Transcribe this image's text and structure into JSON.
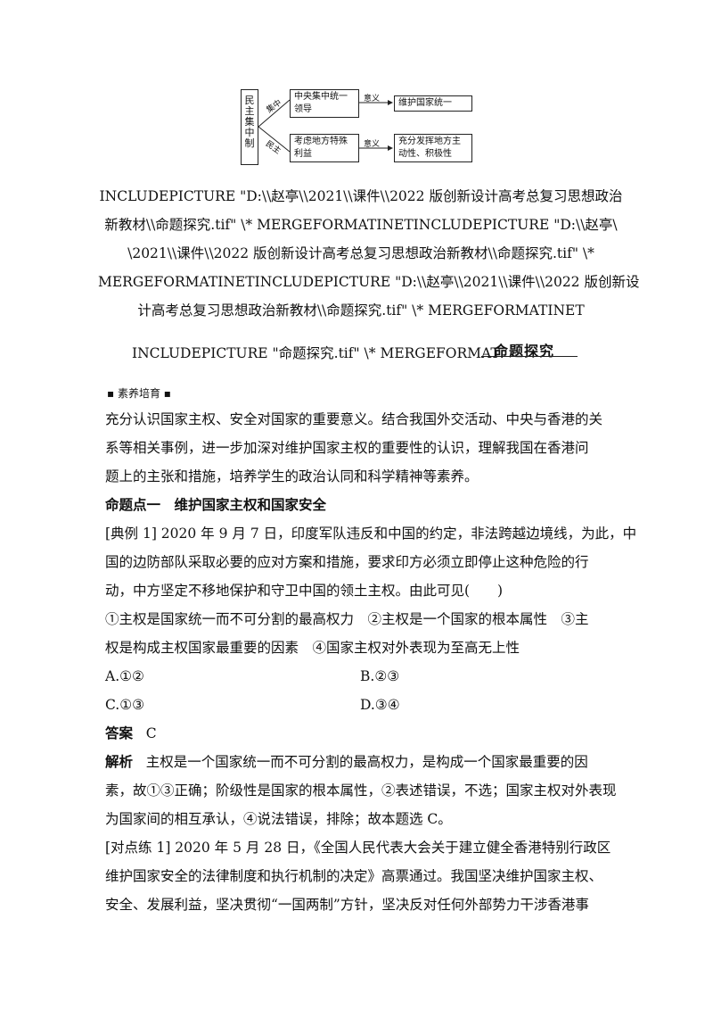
{
  "diagram": {
    "vertical_label": [
      "民",
      "主",
      "集",
      "中",
      "制"
    ],
    "branch_top_label": "集中",
    "branch_bottom_label": "民主",
    "top_box": [
      "中央集中统一",
      "领导"
    ],
    "bottom_box": [
      "考虑地方特殊",
      "利益"
    ],
    "meaning_label": "意义",
    "top_result": "维护国家统一",
    "bottom_result": [
      "充分发挥地方主",
      "动性、积极性"
    ]
  },
  "include_lines": [
    "INCLUDEPICTURE \"D:\\\\赵亭\\\\2021\\\\课件\\\\2022 版创新设计高考总复习思想政治",
    "新教材\\\\命题探究.tif\" \\* MERGEFORMATINETINCLUDEPICTURE \"D:\\\\赵亭\\",
    "\\2021\\\\课件\\\\2022 版创新设计高考总复习思想政治新教材\\\\命题探究.tif\" \\*",
    "MERGEFORMATINETINCLUDEPICTURE \"D:\\\\赵亭\\\\2021\\\\课件\\\\2022 版创新设",
    "计高考总复习思想政治新教材\\\\命题探究.tif\" \\* MERGEFORMATINET",
    "INCLUDEPICTURE \"命题探究.tif\" \\* MERGEFORMAT"
  ],
  "badge": "命题探究",
  "literacy_heading": "▪ 素养培育 ▪",
  "literacy_text": [
    "充分认识国家主权、安全对国家的重要意义。结合我国外交活动、中央与香港的关",
    "系等相关事例，进一步加深对维护国家主权的重要性的认识，理解我国在香港问",
    "题上的主张和措施，培养学生的政治认同和科学精神等素养。"
  ],
  "point_title": "命题点一　维护国家主权和国家安全",
  "example": {
    "lines": [
      "[典例 1] 2020 年 9 月 7 日，印度军队违反和中国的约定，非法跨越边境线，为此，中",
      "国的边防部队采取必要的应对方案和措施，要求印方必须立即停止这种危险的行",
      "动，中方坚定不移地保护和守卫中国的领土主权。由此可见(　　)",
      "①主权是国家统一而不可分割的最高权力　②主权是一个国家的根本属性　③主",
      "权是构成主权国家最重要的因素　④国家主权对外表现为至高无上性"
    ],
    "options": [
      "A.①②",
      "B.②③",
      "C.①③",
      "D.③④"
    ],
    "answer_label": "答案",
    "answer": "C",
    "analysis_label": "解析",
    "analysis_lines": [
      "主权是一个国家统一而不可分割的最高权力，是构成一个国家最重要的因",
      "素，故①③正确；阶级性是国家的根本属性，②表述错误，不选；国家主权对外表现",
      "为国家间的相互承认，④说法错误，排除；故本题选 C。"
    ]
  },
  "practice": {
    "lines": [
      "[对点练 1] 2020 年 5 月 28 日，《全国人民代表大会关于建立健全香港特别行政区",
      "维护国家安全的法律制度和执行机制的决定》高票通过。我国坚决维护国家主权、",
      "安全、发展利益，坚决贯彻“一国两制”方针，坚决反对任何外部势力干涉香港事"
    ]
  }
}
